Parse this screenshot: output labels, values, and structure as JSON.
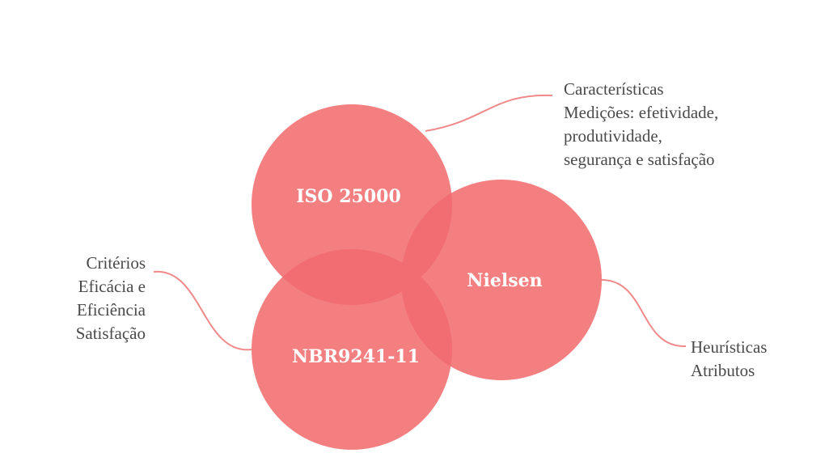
{
  "colors": {
    "circle_fill": "#f47f80",
    "overlap_fill": "#f16d72",
    "connector": "#f08a8a",
    "text": "#4a4a4a",
    "circle_text": "#ffffff"
  },
  "circles": [
    {
      "label": "ISO 25000"
    },
    {
      "label": "Nielsen"
    },
    {
      "label": "NBR9241-11"
    }
  ],
  "annotations": {
    "iso": [
      "Características",
      "Medições: efetividade,",
      "produtividade,",
      "segurança e satisfação"
    ],
    "nbr": [
      "Critérios",
      "Eficácia e",
      "Eficiência",
      "Satisfação"
    ],
    "nielsen": [
      "Heurísticas",
      "Atributos"
    ]
  }
}
